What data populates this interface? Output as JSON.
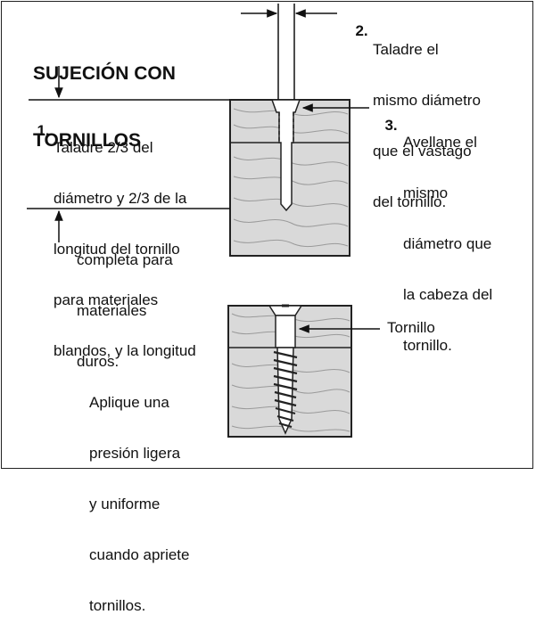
{
  "title": {
    "line1": "SUJECIÓN CON",
    "line2": "TORNILLOS"
  },
  "step1": {
    "number": "1.",
    "lines": [
      "Taladre 2/3 del",
      "diámetro y 2/3 de la",
      "longitud del tornillo",
      "para materiales",
      "blandos, y la longitud"
    ],
    "continuation": [
      "completa para",
      "materiales",
      "duros."
    ]
  },
  "step2": {
    "number": "2.",
    "lines": [
      "Taladre el",
      "mismo diámetro",
      "que el vástago",
      "del tornillo."
    ]
  },
  "step3": {
    "number": "3.",
    "lines": [
      "Avellane el",
      "mismo",
      "diámetro que",
      "la cabeza del",
      "tornillo."
    ]
  },
  "screw_label": "Tornillo",
  "instruction": {
    "lines": [
      "Aplique una",
      "presión ligera",
      "y uniforme",
      "cuando apriete",
      "tornillos."
    ]
  },
  "colors": {
    "wood_fill": "#d9d9d9",
    "grain": "#9a9a9a",
    "outline": "#222222",
    "hole": "#ffffff"
  }
}
